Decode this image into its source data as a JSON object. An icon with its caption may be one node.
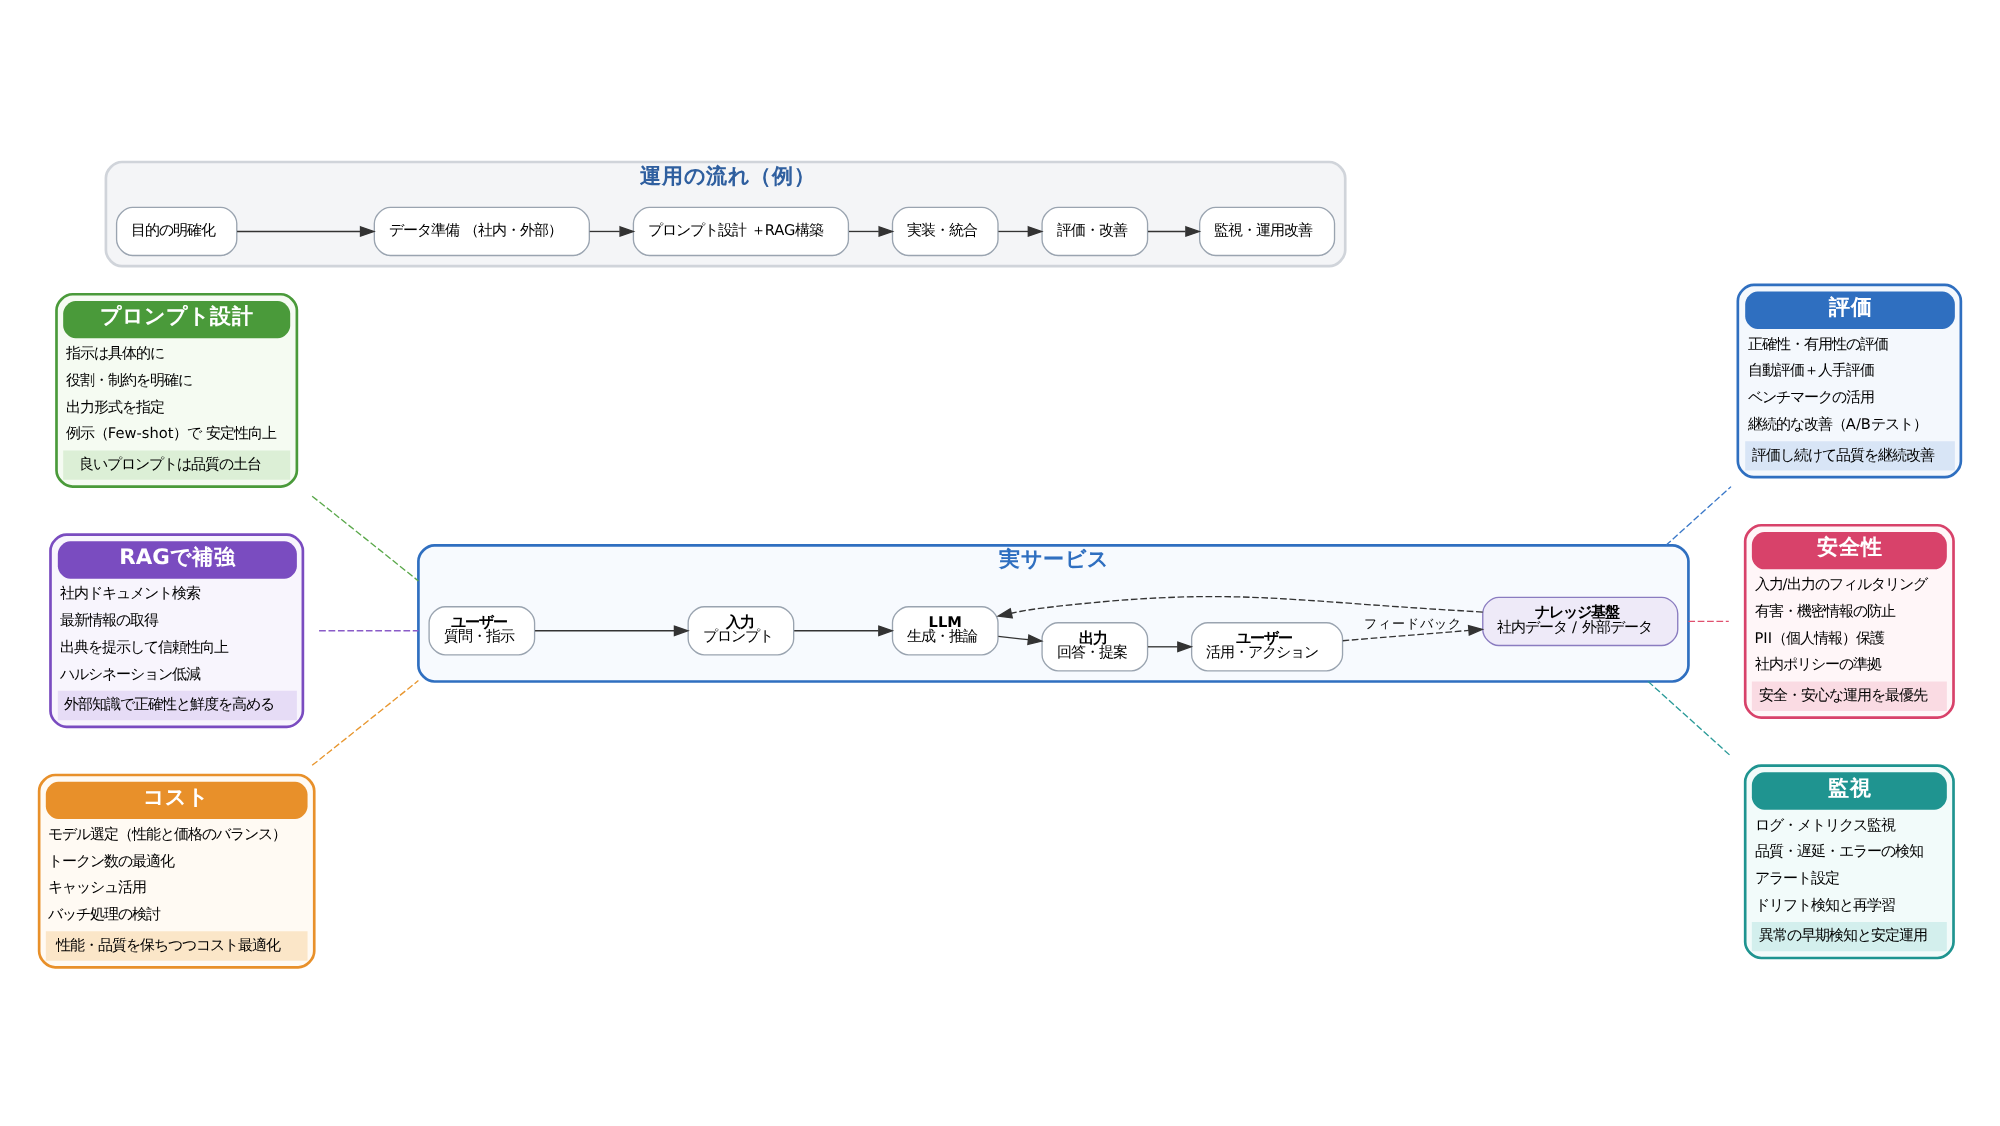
{
  "diagram": {
    "nodes": [
      {
        "text": [
          "実サービス"
        ]
      },
      {
        "text": [
          "ユーザー",
          "質問・指示"
        ],
        "in": 0
      },
      {
        "text": [
          "入力",
          "プロンプト"
        ],
        "in": 0
      },
      {
        "text": [
          "LLM",
          "生成・推論"
        ],
        "in": 0
      },
      {
        "text": [
          "出力",
          "回答・提案"
        ],
        "in": 0
      },
      {
        "text": [
          "ユーザー",
          "活用・アクション"
        ],
        "in": 0
      },
      {
        "text": [
          "ナレッジ基盤",
          "社内データ / 外部データ"
        ],
        "in": 0
      },
      {
        "text": [
          "プロンプト設計",
          "指示は具体的に",
          "役割・制約を明確に",
          "出力形式を指定",
          "例示（Few-shot）で 安定性向上",
          "良いプロンプトは品質の土台"
        ]
      },
      {
        "text": [
          "RAGで補強",
          "社内ドキュメント検索",
          "最新情報の取得",
          "出典を提示して信頼性向上",
          "ハルシネーション低減",
          "外部知識で正確性と鮮度を高める"
        ]
      },
      {
        "text": [
          "コスト",
          "モデル選定（性能と価格のバランス）",
          "トークン数の最適化",
          "キャッシュ活用",
          "バッチ処理の検討",
          "性能・品質を保ちつつコスト最適化"
        ]
      },
      {
        "text": [
          "評価",
          "正確性・有用性の評価",
          "自動評価＋人手評価",
          "ベンチマークの活用",
          "継続的な改善（A/Bテスト）",
          "評価し続けて品質を継続改善"
        ]
      },
      {
        "text": [
          "安全性",
          "入力/出力のフィルタリング",
          "有害・機密情報の防止",
          "PII（個人情報）保護",
          "社内ポリシーの準拠",
          "安全・安心な運用を最優先"
        ]
      },
      {
        "text": [
          "監視",
          "ログ・メトリクス監視",
          "品質・遅延・エラーの検知",
          "アラート設定",
          "ドリフト検知と再学習",
          "異常の早期検知と安定運用"
        ]
      },
      {
        "text": [
          "運用の流れ（例）"
        ]
      },
      {
        "text": [
          "目的の明確化"
        ],
        "in": 13
      },
      {
        "text": [
          "データ準備 （社内・外部）"
        ],
        "in": 13
      },
      {
        "text": [
          "プロンプト設計 ＋RAG構築"
        ],
        "in": 13
      },
      {
        "text": [
          "実装・統合"
        ],
        "in": 13
      },
      {
        "text": [
          "評価・改善"
        ],
        "in": 13
      },
      {
        "text": [
          "監視・運用改善"
        ],
        "in": 13
      }
    ],
    "edges": [
      {
        "from": 1,
        "to": 2,
        "arrow": "to"
      },
      {
        "from": 2,
        "to": 3,
        "arrow": "to"
      },
      {
        "from": 3,
        "to": 4,
        "arrow": "to"
      },
      {
        "from": 4,
        "to": 5,
        "arrow": "to"
      },
      {
        "from": 6,
        "to": 3,
        "arrow": "to",
        "style": "dashed"
      },
      {
        "from": 5,
        "to": 6,
        "arrow": "to",
        "style": "dashed",
        "label": "フィードバック"
      },
      {
        "from": 7,
        "to": 0,
        "arrow": "none",
        "style": "dashed",
        "color": "#5aa84a"
      },
      {
        "from": 8,
        "to": 0,
        "arrow": "none",
        "style": "dashed",
        "color": "#8a5cc8"
      },
      {
        "from": 9,
        "to": 0,
        "arrow": "none",
        "style": "dashed",
        "color": "#e8962e"
      },
      {
        "from": 0,
        "to": 10,
        "arrow": "none",
        "style": "dashed",
        "color": "#3a78c8"
      },
      {
        "from": 0,
        "to": 11,
        "arrow": "none",
        "style": "dashed",
        "color": "#e0506e"
      },
      {
        "from": 0,
        "to": 12,
        "arrow": "none",
        "style": "dashed",
        "color": "#2a9a98"
      },
      {
        "from": 14,
        "to": 15,
        "arrow": "to"
      },
      {
        "from": 15,
        "to": 16,
        "arrow": "to"
      },
      {
        "from": 16,
        "to": 17,
        "arrow": "to"
      },
      {
        "from": 17,
        "to": 18,
        "arrow": "to"
      },
      {
        "from": 18,
        "to": 19,
        "arrow": "to"
      }
    ]
  }
}
